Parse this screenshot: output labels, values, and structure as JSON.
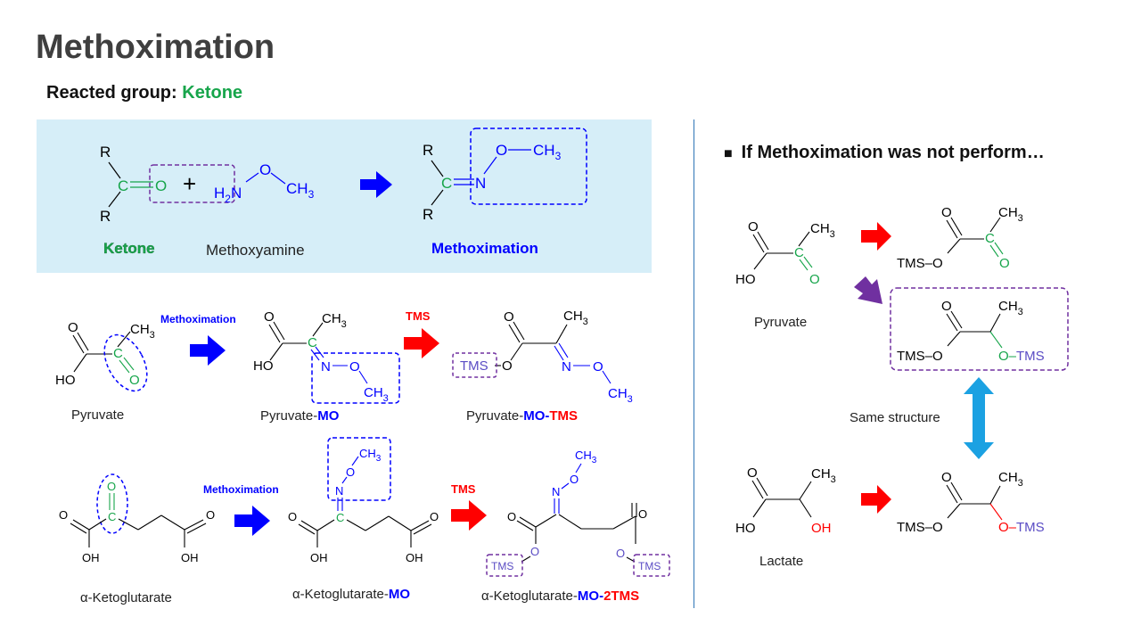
{
  "title": "Methoximation",
  "reacted_group_label": "Reacted group: ",
  "reacted_group_value": "Ketone",
  "right_heading": "If Methoximation was not perform…",
  "right_bullet": "■",
  "reaction": {
    "ketone_label": "Ketone",
    "methoxyamine_label": "Methoxyamine",
    "product_label": "Methoximation",
    "plus": "+"
  },
  "step_labels": {
    "methoximation": "Methoximation",
    "tms": "TMS"
  },
  "pyruvate_row": {
    "reactant": "Pyruvate",
    "mo_base": "Pyruvate-",
    "mo_suffix": "MO",
    "motms_base": "Pyruvate-",
    "motms_mo": "MO-",
    "motms_tms": "TMS"
  },
  "akg_row": {
    "reactant": "α-Ketoglutarate",
    "mo_base": "α-Ketoglutarate-",
    "mo_suffix": "MO",
    "motms_base": "α-Ketoglutarate-",
    "motms_mo": "MO-",
    "motms_tms": "2TMS"
  },
  "right": {
    "pyruvate": "Pyruvate",
    "lactate": "Lactate",
    "same_structure": "Same structure"
  },
  "atoms": {
    "R": "R",
    "C": "C",
    "O": "O",
    "N": "N",
    "H2N": "H",
    "sub2": "2",
    "CH3": "CH",
    "sub3": "3",
    "HO": "HO",
    "OH": "OH",
    "TMS": "TMS",
    "TMSO": "TMS",
    "OTMS": "O–TMS",
    "dash": "–"
  },
  "colors": {
    "ketone_green": "#17a54b",
    "blue_text": "#0000ff",
    "red_arrow": "#ff0000",
    "blue_arrow": "#0000ff",
    "purple_box": "#7030a0",
    "double_arrow": "#1ba1e2",
    "panel_bg": "#d6eef8",
    "purple_arrow": "#7030a0"
  }
}
